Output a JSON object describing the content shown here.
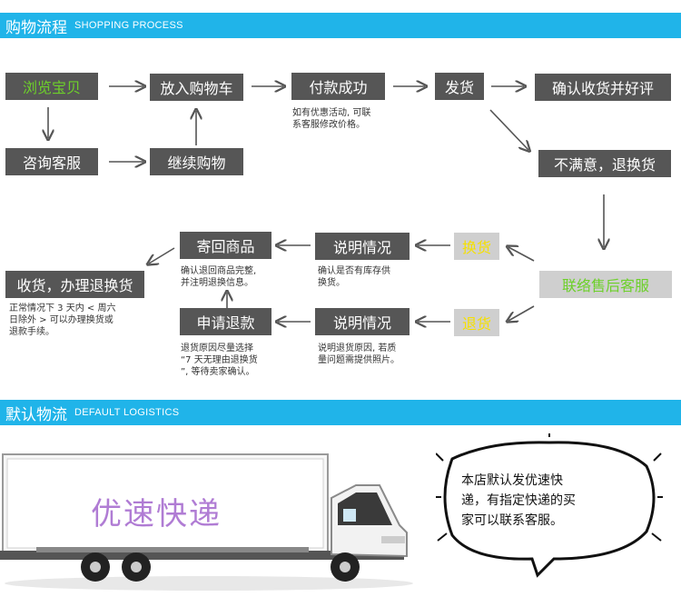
{
  "shopping_section": {
    "title_cn": "购物流程",
    "title_en": "SHOPPING PROCESS"
  },
  "logistics_section": {
    "title_cn": "默认物流",
    "title_en": "DEFAULT LOGISTICS"
  },
  "steps": {
    "browse": "浏览宝贝",
    "add_to_cart": "放入购物车",
    "payment_success": "付款成功",
    "ship": "发货",
    "confirm_review": "确认收货并好评",
    "consult": "咨询客服",
    "continue_shopping": "继续购物",
    "unsatisfied": "不满意，退换货",
    "contact_service": "联络售后客服",
    "exchange": "换货",
    "return": "退货",
    "explain_exchange": "说明情况",
    "explain_return": "说明情况",
    "send_back": "寄回商品",
    "apply_refund": "申请退款",
    "receive_refund": "收货，办理退换货"
  },
  "notes": {
    "payment": "如有优惠活动, 可联\n系客服修改价格。",
    "exchange": "确认是否有库存供\n换货。",
    "return": "说明退货原因, 若质\n量问题需提供照片。",
    "send_back": "确认退回商品完整,\n并注明退换信息。",
    "apply_refund": "退货原因尽量选择\n“7 天无理由退换货\n”, 等待卖家确认。",
    "receive_refund": "正常情况下 3 天内 < 周六\n日除外 > 可以办理换货或\n退款手续。"
  },
  "truck": {
    "sign": "优速快递"
  },
  "speech_bubble": "本店默认发优速快\n递，有指定快递的买\n家可以联系客服。",
  "colors": {
    "banner": "#20b4e9",
    "box": "#565656",
    "green_text": "#6dd02a",
    "yellow_text": "#f5e000",
    "truck_sign": "#b07cd4"
  }
}
